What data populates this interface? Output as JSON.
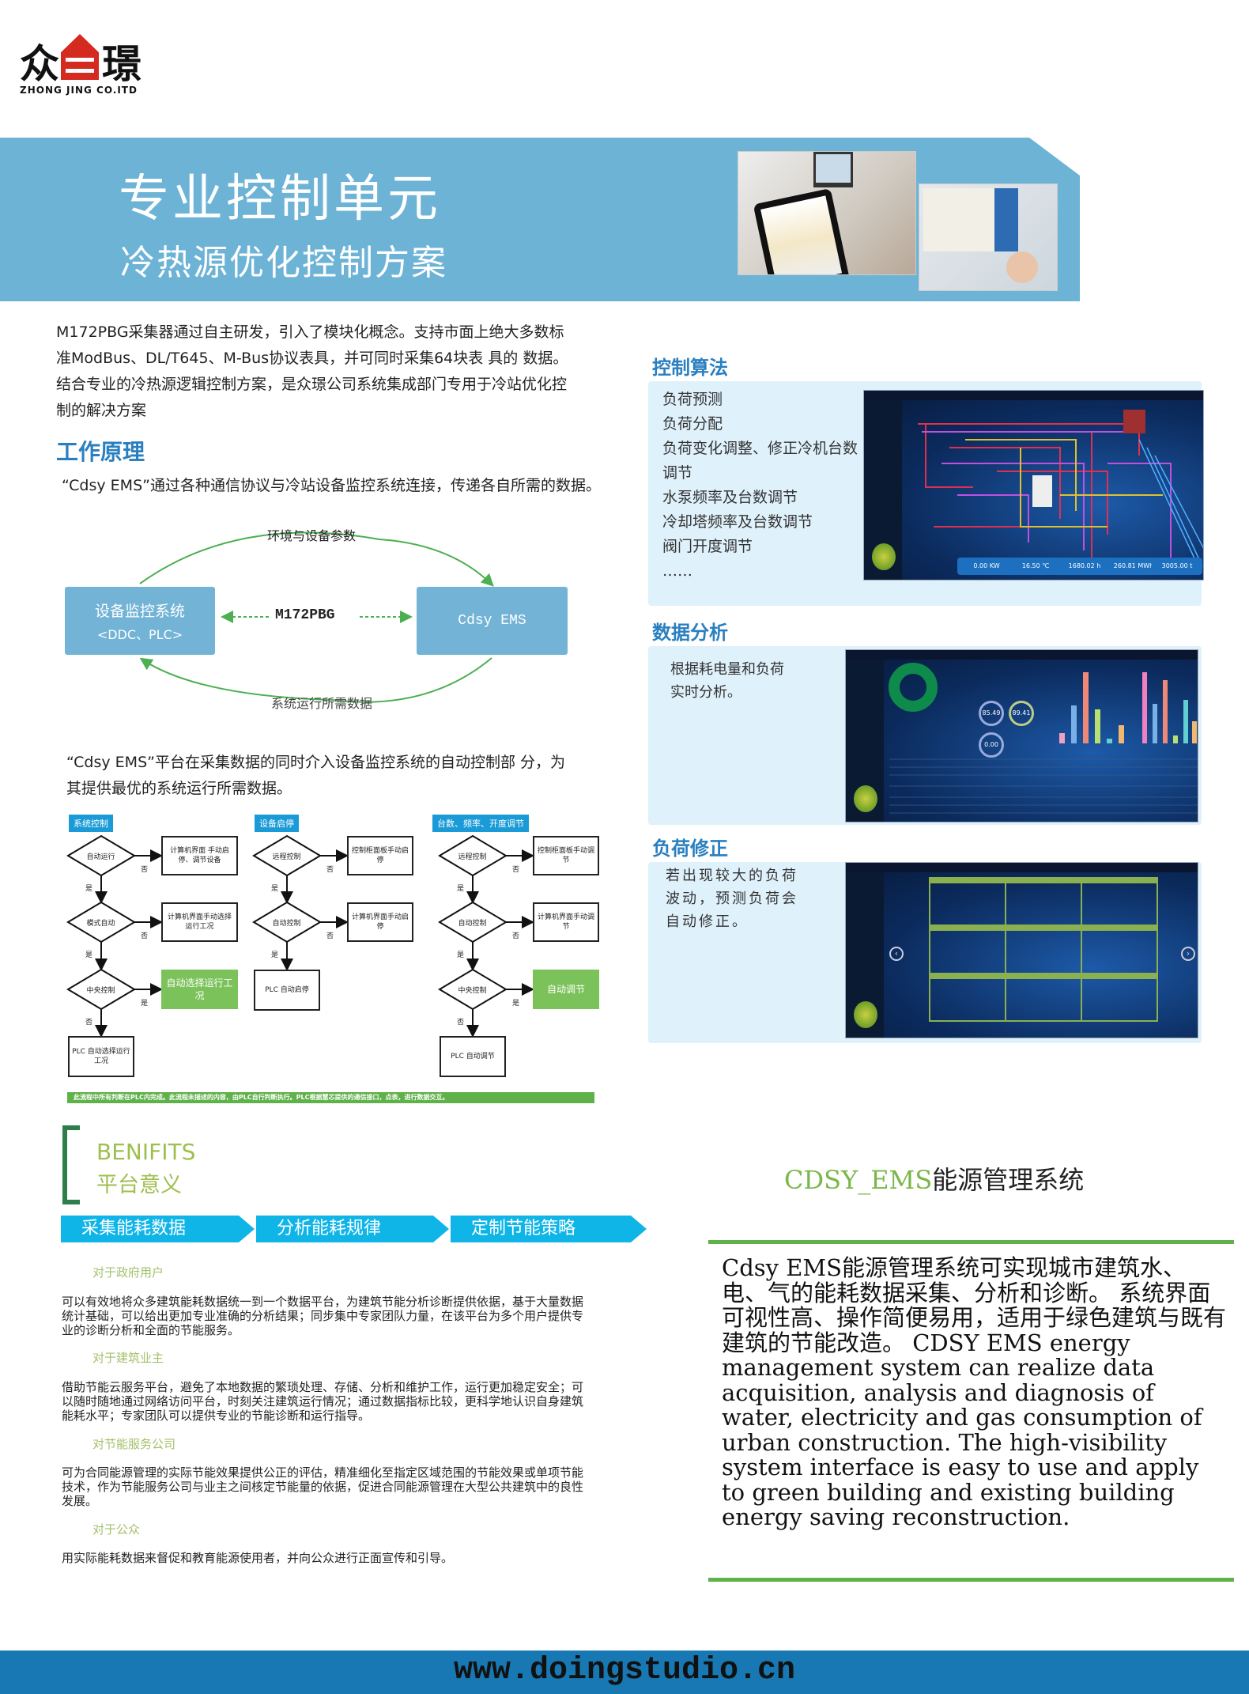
{
  "logo": {
    "cn": "众",
    "cn2": "璟",
    "en": "ZHONG JING CO.ITD"
  },
  "banner": {
    "title": "专业控制单元",
    "subtitle": "冷热源优化控制方案"
  },
  "intro": "M172PBG采集器通过自主研发，引入了模块化概念。支持市面上绝大多数标准ModBus、DL/T645、M-Bus协议表具，并可同时采集64块表 具的 数据。结合专业的冷热源逻辑控制方案，是众璟公司系统集成部门专用于冷站优化控制的解决方案",
  "principle": {
    "heading": "工作原理",
    "text": "“Cdsy EMS”通过各种通信协议与冷站设备监控系统连接，传递各自所需的数据。",
    "diagram": {
      "left_box": {
        "line1": "设备监控系统",
        "line2": "<DDC、PLC>"
      },
      "right_box": "Cdsy EMS",
      "middle": "M172PBG",
      "top_label": "环境与设备参数",
      "bottom_label": "系统运行所需数据"
    },
    "text2": "“Cdsy EMS”平台在采集数据的同时介入设备监控系统的自动控制部 分，为其提供最优的系统运行所需数据。"
  },
  "flowchart": {
    "yes": "是",
    "no": "否",
    "columns": [
      {
        "title": "系统控制",
        "diamonds": [
          "自动运行",
          "模式自动",
          "中央控制"
        ],
        "sides": [
          "计算机界面 手动启停、调节设备",
          "计算机界面手动选择运行工况",
          "自动选择运行工况"
        ],
        "end": "PLC 自动选择运行工况"
      },
      {
        "title": "设备启停",
        "diamonds": [
          "远程控制",
          "自动控制"
        ],
        "sides": [
          "控制柜面板手动启停",
          "计算机界面手动启停"
        ],
        "end": "PLC 自动启停"
      },
      {
        "title": "台数、频率、开度调节",
        "diamonds": [
          "远程控制",
          "自动控制",
          "中央控制"
        ],
        "sides": [
          "控制柜面板手动调节",
          "计算机界面手动调节",
          "自动调节"
        ],
        "end": "PLC 自动调节"
      }
    ],
    "note": "此流程中所有判断在PLC内完成。此流程未描述的内容，由PLC自行判断执行。PLC根据慧芯提供的通信接口，点表，进行数据交互。"
  },
  "benefits": {
    "title_en": "BENIFITS",
    "title_cn": "平台意义",
    "tabs": [
      "采集能耗数据",
      "分析能耗规律",
      "定制节能策略"
    ],
    "items": [
      {
        "heading": "对于政府用户",
        "text": "可以有效地将众多建筑能耗数据统一到一个数据平台，为建筑节能分析诊断提供依据，基于大量数据统计基础，可以给出更加专业准确的分析结果；同步集中专家团队力量，在该平台为多个用户提供专业的诊断分析和全面的节能服务。"
      },
      {
        "heading": "对于建筑业主",
        "text": "借助节能云服务平台，避免了本地数据的繁琐处理、存储、分析和维护工作，运行更加稳定安全；可以随时随地通过网络访问平台，时刻关注建筑运行情况；通过数据指标比较，更科学地认识自身建筑能耗水平；专家团队可以提供专业的节能诊断和运行指导。"
      },
      {
        "heading": "对节能服务公司",
        "text": "可为合同能源管理的实际节能效果提供公正的评估，精准细化至指定区域范围的节能效果或单项节能技术，作为节能服务公司与业主之间核定节能量的依据，促进合同能源管理在大型公共建筑中的良性发展。"
      },
      {
        "heading": "对于公众",
        "text": "用实际能耗数据来督促和教育能源使用者，并向公众进行正面宣传和引导。"
      }
    ]
  },
  "sections": {
    "algorithm": {
      "heading": "控制算法",
      "items": [
        "负荷预测",
        "负荷分配",
        "负荷变化调整、修正冷机台数调节",
        "水泵频率及台数调节",
        "冷却塔频率及台数调节",
        "阀门开度调节",
        "……"
      ],
      "kpis": [
        "0.00 KW",
        "16.50 ℃",
        "1680.02 h",
        "260.81 MWh",
        "3005.00 t"
      ]
    },
    "analysis": {
      "heading": "数据分析",
      "text": "根据耗电量和负荷实时分析。",
      "gauges": [
        "85.49",
        "89.41",
        "0.00"
      ]
    },
    "correction": {
      "heading": "负荷修正",
      "text": "若出现较大的负荷波动，预测负荷会自动修正。"
    }
  },
  "ems": {
    "title_green": "CDSY_EMS",
    "title_black": "能源管理系统",
    "text": "Cdsy EMS能源管理系统可实现城市建筑水、电、气的能耗数据采集、分析和诊断。 系统界面可视性高、操作简便易用，适用于绿色建筑与既有建筑的节能改造。 CDSY EMS energy management system can realize data acquisition, analysis and diagnosis of water, electricity and gas consumption of urban construction. The high-visibility system interface is easy to use and apply to green building and existing building energy saving reconstruction."
  },
  "footer": {
    "url": "www.doingstudio.cn"
  },
  "colors": {
    "banner": "#6db3d6",
    "heading_blue": "#2a7fc0",
    "panel": "#dff1fb",
    "tab": "#10b5e8",
    "green": "#5fb14a",
    "footer": "#1878b3"
  }
}
